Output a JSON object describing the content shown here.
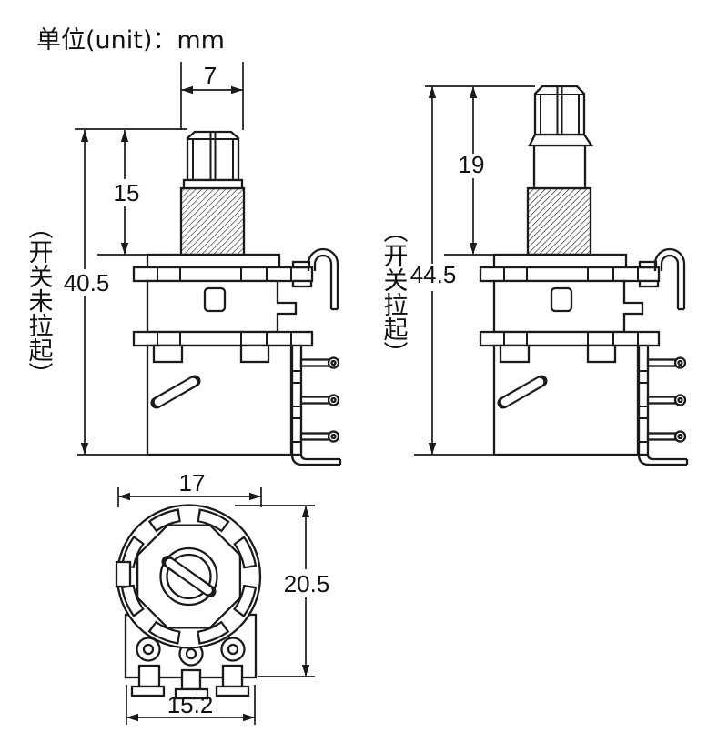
{
  "title": {
    "unit_label": "单位(unit)：mm"
  },
  "colors": {
    "line": "#1a1a1a",
    "background": "#ffffff"
  },
  "views": {
    "left_side": {
      "state_label": "（开关未拉起）",
      "dims": {
        "shaft_width": "7",
        "shaft_travel": "15",
        "total_height": "40.5"
      }
    },
    "right_side": {
      "state_label": "（开关拉起）",
      "dims": {
        "shaft_travel": "19",
        "total_height": "44.5"
      }
    },
    "top": {
      "dims": {
        "diameter": "17",
        "height": "20.5",
        "terminal_span": "15.2"
      }
    }
  }
}
